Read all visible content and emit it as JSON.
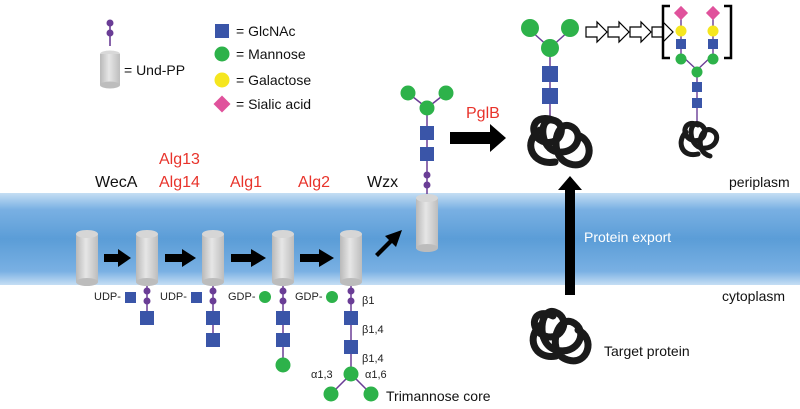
{
  "legend": {
    "und_pp": "= Und-PP",
    "glcnac": "= GlcNAc",
    "mannose": "= Mannose",
    "galactose": "= Galactose",
    "sialic_acid": "= Sialic acid"
  },
  "enzymes": {
    "weca": "WecA",
    "alg13": "Alg13",
    "alg14": "Alg14",
    "alg1": "Alg1",
    "alg2": "Alg2",
    "wzx": "Wzx",
    "pglb": "PglB"
  },
  "compartments": {
    "periplasm": "periplasm",
    "cytoplasm": "cytoplasm"
  },
  "process": {
    "protein_export": "Protein export",
    "target_protein": "Target protein"
  },
  "donors": {
    "udp_1": "UDP-",
    "udp_2": "UDP-",
    "gdp_1": "GDP-",
    "gdp_2": "GDP-"
  },
  "linkages": {
    "beta1": "β1",
    "beta14_a": "β1,4",
    "beta14_b": "β1,4",
    "alpha13": "α1,3",
    "alpha16": "α1,6"
  },
  "core_label": "Trimannose core",
  "colors": {
    "glcnac": "#3a55a8",
    "mannose": "#2db24a",
    "galactose": "#f5e61f",
    "sialic_acid": "#e0529c",
    "und_pp": "#6a3d96",
    "membrane": "#5d9fd8",
    "enzyme_red": "#e8332b"
  }
}
